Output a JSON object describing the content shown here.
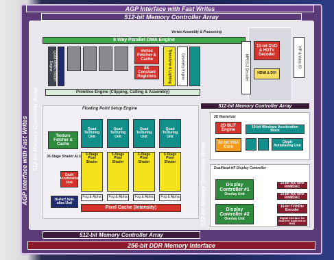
{
  "top_bar": "AGP Interface with Fast Writes",
  "mem_top": "512-bit Memory Controller Array",
  "mem_right_upper": "512-bit Memory Controller Array",
  "mem_bottom": "512-bit Memory Controller Array",
  "ddr": "256-bit DDR Memory Interface",
  "left_agp": "AGP Interface with Fast Writes",
  "left_mem": "512-bit Memory Controller Array",
  "right_mem_vert": "512-bit Memory Controller Array",
  "mid_mem_vert": "512-bit Memory Controller Array",
  "dma_engine": "8 Way Parallel DMA Engine",
  "vertex_header": "Vertex Assembly & Processing",
  "shader_unit": "Quad Vertex Shader Engine",
  "vertex_fetcher": "Vertex Fetcher & Cache",
  "constant_regs": "8K Constant Registers",
  "transform": "Transform & Lighting",
  "primitive_engine": "Primitive Engine (Clipping, Culling & Assembly)",
  "fp_setup": "Floating Point Setup Engine",
  "texture_fetcher": "Texture Fetcher & Cache",
  "shader_alu": "36-Stage Shader ALU",
  "dash_unit": "Dash Acceleration Unit",
  "aa_unit": "Hi-Perf Anti-alias Unit",
  "pixel_cache": "Pixel Cache (Intensity)",
  "pipe_labels": [
    "Quad Texturing Unit",
    "Quad Texturing Unit",
    "Quad Texturing Unit",
    "Quad Texturing Unit"
  ],
  "pixel_shaders": [
    "5-Stage Pixel Shader",
    "5-Stage Pixel Shader",
    "5-Stage Pixel Shader",
    "5-Stage Pixel Shader"
  ],
  "fog_labels": [
    "Fog & Alpha",
    "Fog & Alpha",
    "Fog & Alpha",
    "Fog & Alpha"
  ],
  "dvd_decoder": "10-bit DVD & HDTV Decoder",
  "mpeg": "MPEG-2 Decoder",
  "hi_dvi": "HDMI & DVI",
  "video_io": "VIP & Video IO",
  "rasterizer": "2D Rasterizer",
  "vga_core": "32-bit VGA Core",
  "blit_engine": "2D BLIT Engine",
  "windows_accel": "10-bit Windows Acceleration Block",
  "glyph_aa": "Glyph Antialiasing Unit",
  "display_header": "DualHead-HF Display Controller",
  "display_1": "Display Controller #1",
  "display_2": "Display Controller #2",
  "overlay_1": "Overlay Unit",
  "overlay_2": "Overlay Unit",
  "ramdac_1": "10-bit 400 MHz RAMDAC",
  "ramdac_2": "10-bit 400 MHz RAMDAC",
  "tvhd": "10-bit TV/HDtv Encoder",
  "digital_iface": "Digital Interface for Dual DVI DualLink or RGB",
  "pixel_pipeline_vert": "Geometry Engine"
}
